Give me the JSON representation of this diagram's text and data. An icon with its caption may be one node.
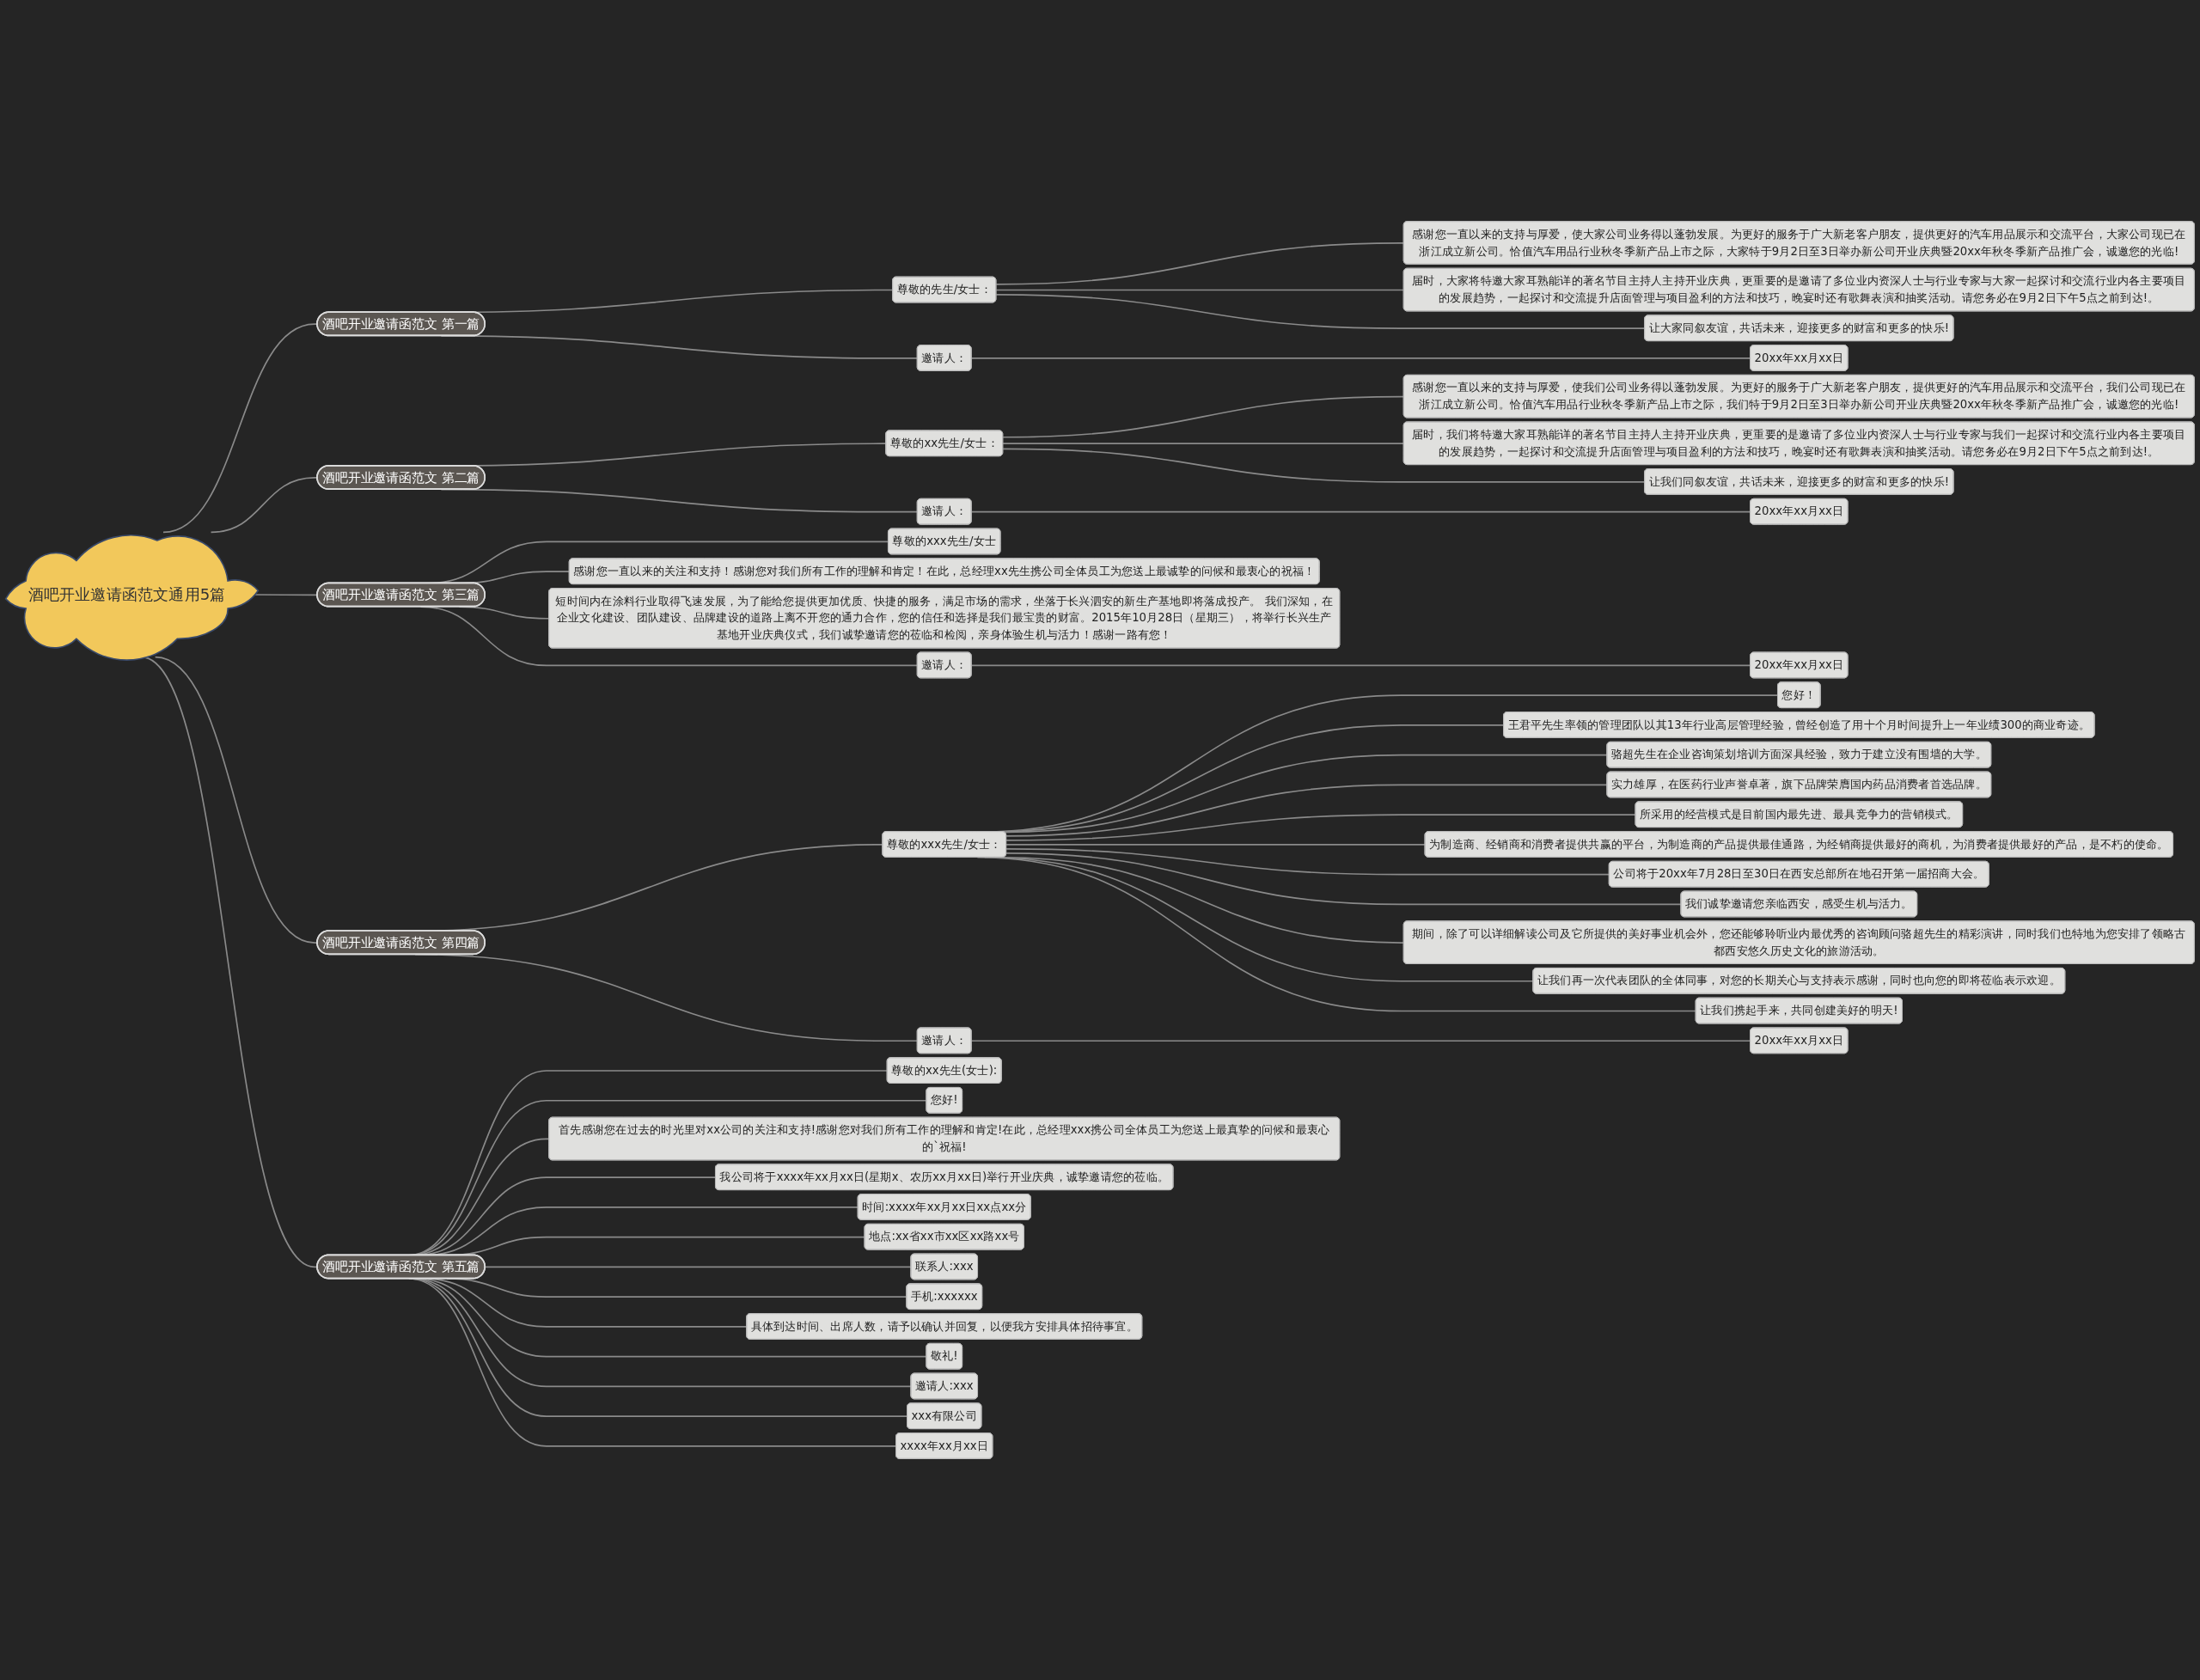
{
  "diagram": {
    "nodes": [
      {
        "text": [
          "酒吧开业邀请函范文通用5篇"
        ]
      },
      {
        "text": [
          "酒吧开业邀请函范文 第一篇"
        ]
      },
      {
        "text": [
          "尊敬的先生/女士："
        ]
      },
      {
        "text": [
          "感谢您一直以来的支持与厚爱，使大家公司业务得以蓬勃发展。为更好的服务于广大新老客户朋友，提供更好的汽车用品展示和交流平台，大家公司现已在浙江成立新公司。恰值汽车用品行业秋冬季新产品上市之际，大家特于9月2日至3日举办新公司开业庆典暨20xx年秋冬季新产品推广会，诚邀您的光临!"
        ]
      },
      {
        "text": [
          "届时，大家将特邀大家耳熟能详的著名节目主持人主持开业庆典，更重要的是邀请了多位业内资深人士与行业专家与大家一起探讨和交流行业内各主要项目的发展趋势，一起探讨和交流提升店面管理与项目盈利的方法和技巧，晚宴时还有歌舞表演和抽奖活动。请您务必在9月2日下午5点之前到达!。"
        ]
      },
      {
        "text": [
          "让大家同叙友谊，共话未来，迎接更多的财富和更多的快乐!"
        ]
      },
      {
        "text": [
          "邀请人："
        ]
      },
      {
        "text": [
          "20xx年xx月xx日"
        ]
      },
      {
        "text": [
          "酒吧开业邀请函范文 第二篇"
        ]
      },
      {
        "text": [
          "尊敬的xx先生/女士："
        ]
      },
      {
        "text": [
          "感谢您一直以来的支持与厚爱，使我们公司业务得以蓬勃发展。为更好的服务于广大新老客户朋友，提供更好的汽车用品展示和交流平台，我们公司现已在浙江成立新公司。恰值汽车用品行业秋冬季新产品上市之际，我们特于9月2日至3日举办新公司开业庆典暨20xx年秋冬季新产品推广会，诚邀您的光临!"
        ]
      },
      {
        "text": [
          "届时，我们将特邀大家耳熟能详的著名节目主持人主持开业庆典，更重要的是邀请了多位业内资深人士与行业专家与我们一起探讨和交流行业内各主要项目的发展趋势，一起探讨和交流提升店面管理与项目盈利的方法和技巧，晚宴时还有歌舞表演和抽奖活动。请您务必在9月2日下午5点之前到达!。"
        ]
      },
      {
        "text": [
          "让我们同叙友谊，共话未来，迎接更多的财富和更多的快乐!"
        ]
      },
      {
        "text": [
          "邀请人："
        ]
      },
      {
        "text": [
          "20xx年xx月xx日"
        ]
      },
      {
        "text": [
          "酒吧开业邀请函范文 第三篇"
        ]
      },
      {
        "text": [
          "尊敬的xxx先生/女士"
        ]
      },
      {
        "text": [
          "感谢您一直以来的关注和支持！感谢您对我们所有工作的理解和肯定！在此，总经理xx先生携公司全体员工为您送上最诚挚的问候和最衷心的祝福！"
        ]
      },
      {
        "text": [
          "短时间内在涂料行业取得飞速发展，为了能给您提供更加优质、快捷的服务，满足市场的需求，坐落于长兴泗安的新生产基地即将落成投产。 我们深知，在企业文化建设、团队建设、品牌建设的道路上离不开您的通力合作，您的信任和选择是我们最宝贵的财富。2015年10月28日（星期三），将举行长兴生产基地开业庆典仪式，我们诚挚邀请您的莅临和检阅，亲身体验生机与活力！感谢一路有您！"
        ]
      },
      {
        "text": [
          "邀请人："
        ]
      },
      {
        "text": [
          "20xx年xx月xx日"
        ]
      },
      {
        "text": [
          "酒吧开业邀请函范文 第四篇"
        ]
      },
      {
        "text": [
          "尊敬的xxx先生/女士："
        ]
      },
      {
        "text": [
          "您好！"
        ]
      },
      {
        "text": [
          "王君平先生率领的管理团队以其13年行业高层管理经验，曾经创造了用十个月时间提升上一年业绩300的商业奇迹。"
        ]
      },
      {
        "text": [
          "骆超先生在企业咨询策划培训方面深具经验，致力于建立没有围墙的大学。"
        ]
      },
      {
        "text": [
          "实力雄厚，在医药行业声誉卓著，旗下品牌荣膺国内药品消费者首选品牌。"
        ]
      },
      {
        "text": [
          "所采用的经营模式是目前国内最先进、最具竞争力的营销模式。"
        ]
      },
      {
        "text": [
          "为制造商、经销商和消费者提供共赢的平台，为制造商的产品提供最佳通路，为经销商提供最好的商机，为消费者提供最好的产品，是不朽的使命。"
        ]
      },
      {
        "text": [
          "公司将于20xx年7月28日至30日在西安总部所在地召开第一届招商大会。"
        ]
      },
      {
        "text": [
          "我们诚挚邀请您亲临西安，感受生机与活力。"
        ]
      },
      {
        "text": [
          "期间，除了可以详细解读公司及它所提供的美好事业机会外，您还能够聆听业内最优秀的咨询顾问骆超先生的精彩演讲，同时我们也特地为您安排了领略古都西安悠久历史文化的旅游活动。"
        ]
      },
      {
        "text": [
          "让我们再一次代表团队的全体同事，对您的长期关心与支持表示感谢，同时也向您的即将莅临表示欢迎。"
        ]
      },
      {
        "text": [
          "让我们携起手来，共同创建美好的明天!"
        ]
      },
      {
        "text": [
          "邀请人："
        ]
      },
      {
        "text": [
          "20xx年xx月xx日"
        ]
      },
      {
        "text": [
          "酒吧开业邀请函范文 第五篇"
        ]
      },
      {
        "text": [
          "尊敬的xx先生(女士):"
        ]
      },
      {
        "text": [
          "您好!"
        ]
      },
      {
        "text": [
          "首先感谢您在过去的时光里对xx公司的关注和支持!感谢您对我们所有工作的理解和肯定!在此，总经理xxx携公司全体员工为您送上最真挚的问候和最衷心的`祝福!"
        ]
      },
      {
        "text": [
          "我公司将于xxxx年xx月xx日(星期x、农历xx月xx日)举行开业庆典，诚挚邀请您的莅临。"
        ]
      },
      {
        "text": [
          "时间:xxxx年xx月xx日xx点xx分"
        ]
      },
      {
        "text": [
          "地点:xx省xx市xx区xx路xx号"
        ]
      },
      {
        "text": [
          "联系人:xxx"
        ]
      },
      {
        "text": [
          "手机:xxxxxx"
        ]
      },
      {
        "text": [
          "具体到达时间、出席人数，请予以确认并回复，以便我方安排具体招待事宜。"
        ]
      },
      {
        "text": [
          "敬礼!"
        ]
      },
      {
        "text": [
          "邀请人:xxx"
        ]
      },
      {
        "text": [
          "xxx有限公司"
        ]
      },
      {
        "text": [
          "xxxx年xx月xx日"
        ]
      }
    ],
    "edges": [
      {
        "from": 0,
        "to": 1,
        "arrow": "none"
      },
      {
        "from": 1,
        "to": 2,
        "arrow": "none"
      },
      {
        "from": 2,
        "to": 3,
        "arrow": "none"
      },
      {
        "from": 2,
        "to": 4,
        "arrow": "none"
      },
      {
        "from": 2,
        "to": 5,
        "arrow": "none"
      },
      {
        "from": 1,
        "to": 6,
        "arrow": "none"
      },
      {
        "from": 6,
        "to": 7,
        "arrow": "none"
      },
      {
        "from": 0,
        "to": 8,
        "arrow": "none"
      },
      {
        "from": 8,
        "to": 9,
        "arrow": "none"
      },
      {
        "from": 9,
        "to": 10,
        "arrow": "none"
      },
      {
        "from": 9,
        "to": 11,
        "arrow": "none"
      },
      {
        "from": 9,
        "to": 12,
        "arrow": "none"
      },
      {
        "from": 8,
        "to": 13,
        "arrow": "none"
      },
      {
        "from": 13,
        "to": 14,
        "arrow": "none"
      },
      {
        "from": 0,
        "to": 15,
        "arrow": "none"
      },
      {
        "from": 15,
        "to": 16,
        "arrow": "none"
      },
      {
        "from": 15,
        "to": 17,
        "arrow": "none"
      },
      {
        "from": 15,
        "to": 18,
        "arrow": "none"
      },
      {
        "from": 15,
        "to": 19,
        "arrow": "none"
      },
      {
        "from": 19,
        "to": 20,
        "arrow": "none"
      },
      {
        "from": 0,
        "to": 21,
        "arrow": "none"
      },
      {
        "from": 21,
        "to": 22,
        "arrow": "none"
      },
      {
        "from": 22,
        "to": 23,
        "arrow": "none"
      },
      {
        "from": 22,
        "to": 24,
        "arrow": "none"
      },
      {
        "from": 22,
        "to": 25,
        "arrow": "none"
      },
      {
        "from": 22,
        "to": 26,
        "arrow": "none"
      },
      {
        "from": 22,
        "to": 27,
        "arrow": "none"
      },
      {
        "from": 22,
        "to": 28,
        "arrow": "none"
      },
      {
        "from": 22,
        "to": 29,
        "arrow": "none"
      },
      {
        "from": 22,
        "to": 30,
        "arrow": "none"
      },
      {
        "from": 22,
        "to": 31,
        "arrow": "none"
      },
      {
        "from": 22,
        "to": 32,
        "arrow": "none"
      },
      {
        "from": 22,
        "to": 33,
        "arrow": "none"
      },
      {
        "from": 21,
        "to": 34,
        "arrow": "none"
      },
      {
        "from": 34,
        "to": 35,
        "arrow": "none"
      },
      {
        "from": 0,
        "to": 36,
        "arrow": "none"
      },
      {
        "from": 36,
        "to": 37,
        "arrow": "none"
      },
      {
        "from": 36,
        "to": 38,
        "arrow": "none"
      },
      {
        "from": 36,
        "to": 39,
        "arrow": "none"
      },
      {
        "from": 36,
        "to": 40,
        "arrow": "none"
      },
      {
        "from": 36,
        "to": 41,
        "arrow": "none"
      },
      {
        "from": 36,
        "to": 42,
        "arrow": "none"
      },
      {
        "from": 36,
        "to": 43,
        "arrow": "none"
      },
      {
        "from": 36,
        "to": 44,
        "arrow": "none"
      },
      {
        "from": 36,
        "to": 45,
        "arrow": "none"
      },
      {
        "from": 36,
        "to": 46,
        "arrow": "none"
      },
      {
        "from": 36,
        "to": 47,
        "arrow": "none"
      },
      {
        "from": 36,
        "to": 48,
        "arrow": "none"
      },
      {
        "from": 36,
        "to": 49,
        "arrow": "none"
      }
    ]
  }
}
